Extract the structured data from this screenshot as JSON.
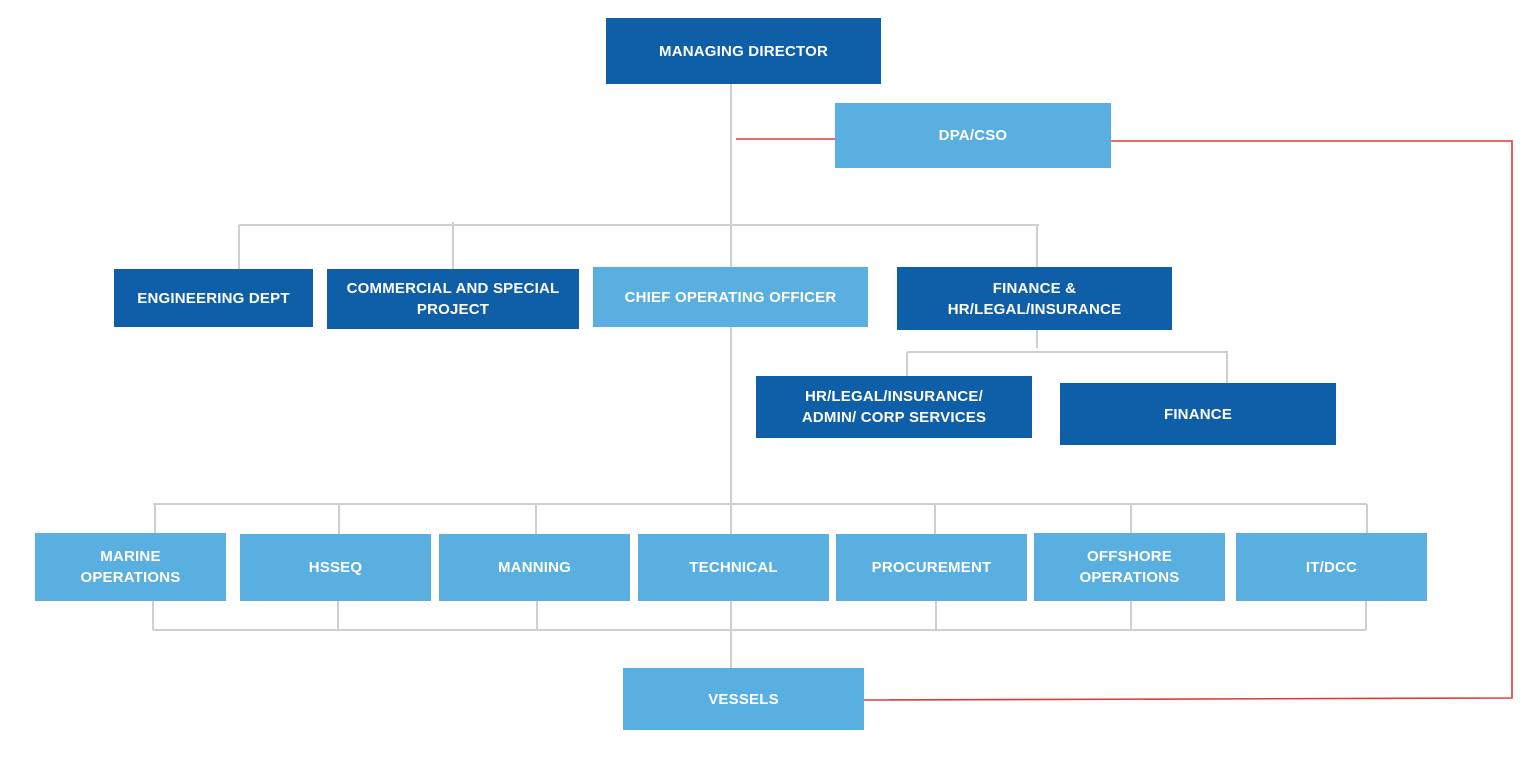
{
  "org_chart": {
    "managing_director": "MANAGING DIRECTOR",
    "dpa_cso": "DPA/CSO",
    "engineering_dept": "ENGINEERING DEPT",
    "commercial_special_project": "COMMERCIAL AND SPECIAL\nPROJECT",
    "chief_operating_officer": "CHIEF OPERATING OFFICER",
    "finance_hr_legal_insurance": "FINANCE &\nHR/LEGAL/INSURANCE",
    "hr_legal_insurance_admin": "HR/LEGAL/INSURANCE/\nADMIN/ CORP SERVICES",
    "finance": "FINANCE",
    "marine_operations": "MARINE\nOPERATIONS",
    "hsseq": "HSSEQ",
    "manning": "MANNING",
    "technical": "TECHNICAL",
    "procurement": "PROCUREMENT",
    "offshore_operations": "OFFSHORE\nOPERATIONS",
    "it_dcc": "IT/DCC",
    "vessels": "VESSELS"
  },
  "colors": {
    "dark_box": "#0f5fa8",
    "light_box": "#59afe0",
    "connector": "#cfcfcf",
    "dpa_link": "#e03a32",
    "text": "#ffffff"
  }
}
